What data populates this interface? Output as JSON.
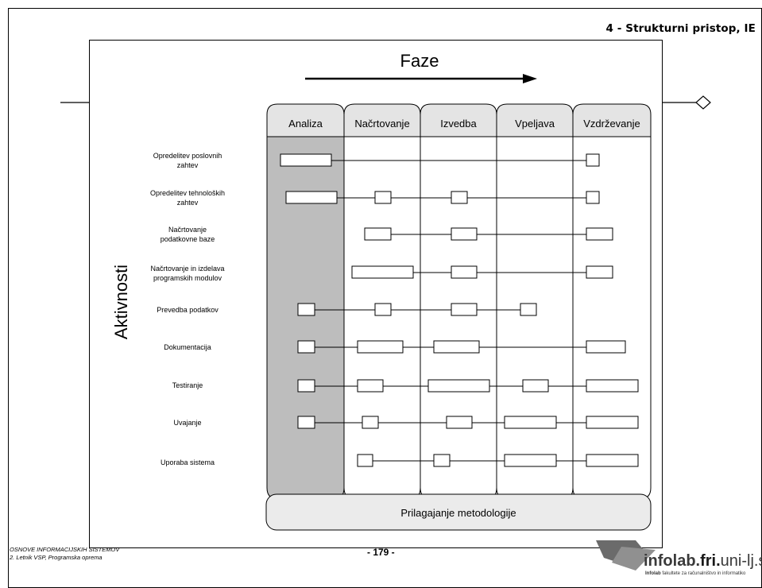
{
  "header": {
    "title": "4 - Strukturni pristop, IE"
  },
  "diagram": {
    "faze_label": "Faze",
    "aktivnosti_label": "Aktivnosti",
    "phases": [
      "Analiza",
      "Načrtovanje",
      "Izvedba",
      "Vpeljava",
      "Vzdrževanje"
    ],
    "activities": [
      {
        "label": [
          "Opredelitev poslovnih",
          "zahtev"
        ]
      },
      {
        "label": [
          "Opredelitev tehnoloških",
          "zahtev"
        ]
      },
      {
        "label": [
          "Načrtovanje",
          "podatkovne baze"
        ]
      },
      {
        "label": [
          "Načrtovanje in izdelava",
          "programskih modulov"
        ]
      },
      {
        "label": [
          "Prevedba podatkov"
        ]
      },
      {
        "label": [
          "Dokumentacija"
        ]
      },
      {
        "label": [
          "Testiranje"
        ]
      },
      {
        "label": [
          "Uvajanje"
        ]
      },
      {
        "label": [
          "Uporaba sistema"
        ]
      }
    ],
    "bottom_bar_label": "Prilagajanje metodologije",
    "colors": {
      "analiza_fill": "#bdbdbd",
      "phase_fill": "#ebebeb",
      "bottom_fill": "#ebebeb"
    }
  },
  "footer": {
    "course_line1": "OSNOVE INFORMACIJSKIH SISTEMOV",
    "course_line2": "2. Letnik VSP, Programska oprema",
    "page_number": "- 179 -",
    "logo_text_a": "infolab.",
    "logo_text_b": "fri.",
    "logo_text_c": "uni-lj.si",
    "logo_tagline_bold": "Infolab",
    "logo_tagline": " fakultete za računalništvo in informatiko"
  }
}
